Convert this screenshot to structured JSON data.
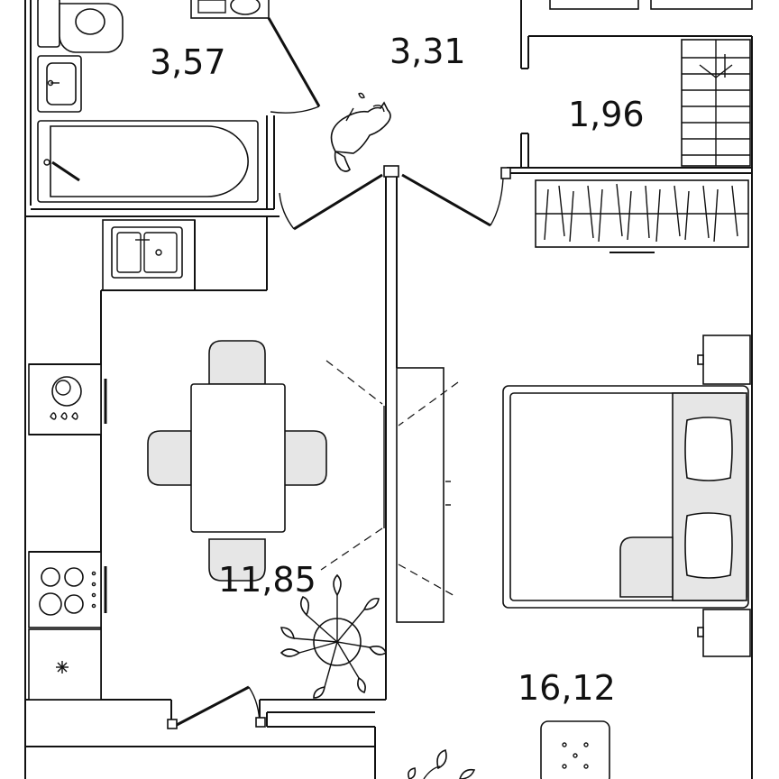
{
  "rooms": [
    {
      "id": "bathroom",
      "area": "3,57"
    },
    {
      "id": "hallway",
      "area": "3,31"
    },
    {
      "id": "wardrobe",
      "area": "1,96"
    },
    {
      "id": "kitchen_dining",
      "area": "11,85"
    },
    {
      "id": "bedroom",
      "area": "16,12"
    }
  ],
  "colors": {
    "line": "#111111",
    "fill_light": "#e6e6e6",
    "background": "#ffffff"
  },
  "icons": [
    "toilet-icon",
    "washbasin-icon",
    "bathtub-icon",
    "washing-machine-icon",
    "cat-icon",
    "kitchen-sink-icon",
    "oven-icon",
    "cooktop-icon",
    "fridge-icon",
    "dining-table-icon",
    "plant-icon",
    "double-bed-icon",
    "nightstand-icon"
  ]
}
